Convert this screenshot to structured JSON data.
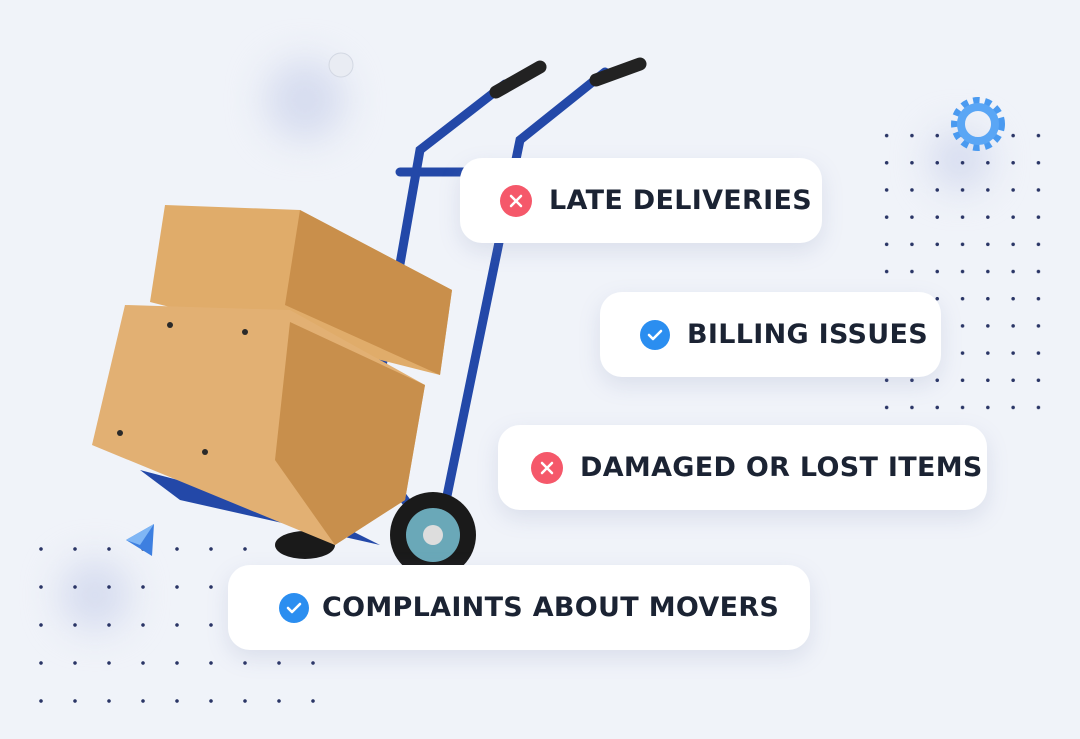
{
  "items": [
    {
      "label": "LATE DELIVERIES",
      "status": "x-icon"
    },
    {
      "label": "BILLING ISSUES",
      "status": "check-icon"
    },
    {
      "label": "DAMAGED OR LOST ITEMS",
      "status": "x-icon"
    },
    {
      "label": "COMPLAINTS ABOUT MOVERS",
      "status": "check-icon"
    }
  ],
  "colors": {
    "background": "#f0f3f9",
    "error": "#f5586a",
    "success": "#2b8ef0",
    "text": "#1b2333",
    "truck": "#2348a8",
    "box": "#d9a566"
  }
}
